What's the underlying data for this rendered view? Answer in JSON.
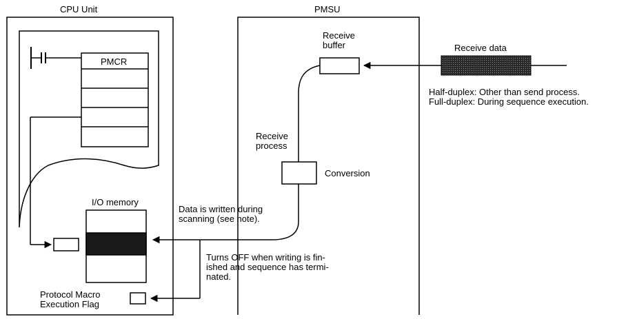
{
  "cpu_unit": {
    "title": "CPU Unit",
    "pmcr_label": "PMCR",
    "io_memory_label": "I/O memory",
    "flag_label": "Protocol Macro\nExecution Flag"
  },
  "pmsu": {
    "title": "PMSU",
    "receive_buffer_label": "Receive\nbuffer",
    "receive_process_label": "Receive\nprocess",
    "conversion_label": "Conversion"
  },
  "receive_data": {
    "label": "Receive data",
    "note": "Half-duplex: Other than send process.\nFull-duplex: During sequence execution."
  },
  "annotations": {
    "data_written": "Data is written during\nscanning (see note).",
    "turns_off": "Turns OFF when writing is fin-\nished and sequence has termi-\nnated."
  },
  "colors": {
    "line": "#000000",
    "shaded_area": "#1a1a1a",
    "receive_data_fill": "#333333"
  }
}
